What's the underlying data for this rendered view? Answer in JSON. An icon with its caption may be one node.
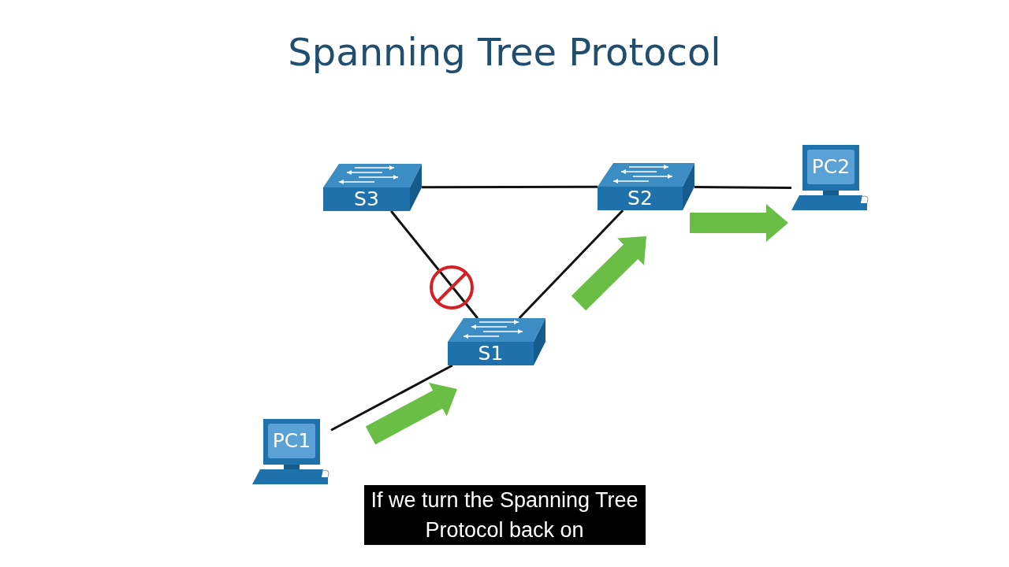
{
  "diagram": {
    "title": "Spanning Tree Protocol",
    "caption": "If we turn the Spanning Tree Protocol back on",
    "nodes": [
      {
        "text": [
          "S3"
        ]
      },
      {
        "text": [
          "S2"
        ]
      },
      {
        "text": [
          "PC2"
        ]
      },
      {
        "text": [
          "S1"
        ]
      },
      {
        "text": [
          "PC1"
        ]
      }
    ],
    "edges": [
      {
        "from": 0,
        "to": 1,
        "arrow": "none"
      },
      {
        "from": 1,
        "to": 2,
        "arrow": "none"
      },
      {
        "from": 0,
        "to": 3,
        "arrow": "none"
      },
      {
        "from": 3,
        "to": 1,
        "arrow": "none"
      },
      {
        "from": 4,
        "to": 3,
        "arrow": "none"
      }
    ]
  }
}
